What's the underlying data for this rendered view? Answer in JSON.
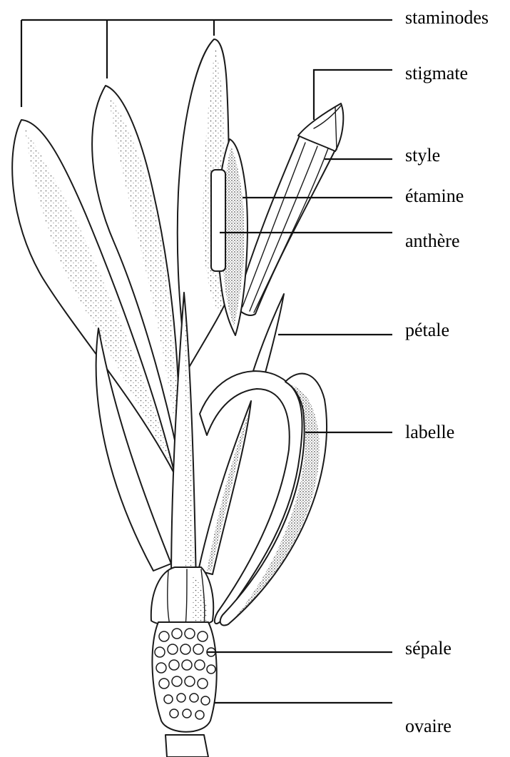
{
  "labels": {
    "staminodes": "staminodes",
    "stigmate": "stigmate",
    "style": "style",
    "etamine": "étamine",
    "anthere": "anthère",
    "petale": "pétale",
    "labelle": "labelle",
    "sepale": "sépale",
    "ovaire": "ovaire"
  }
}
